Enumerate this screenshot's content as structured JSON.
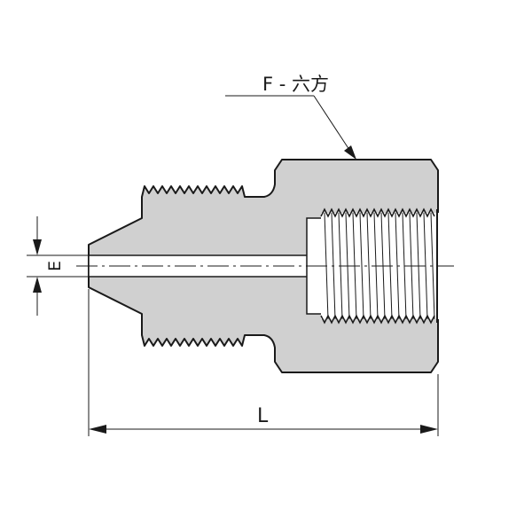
{
  "diagram": {
    "hex_label": "F - 六方",
    "length_label": "L",
    "bore_label": "E",
    "colors": {
      "body_fill": "#d0d0d0",
      "outline": "#1a1a1a",
      "background": "#ffffff"
    }
  }
}
